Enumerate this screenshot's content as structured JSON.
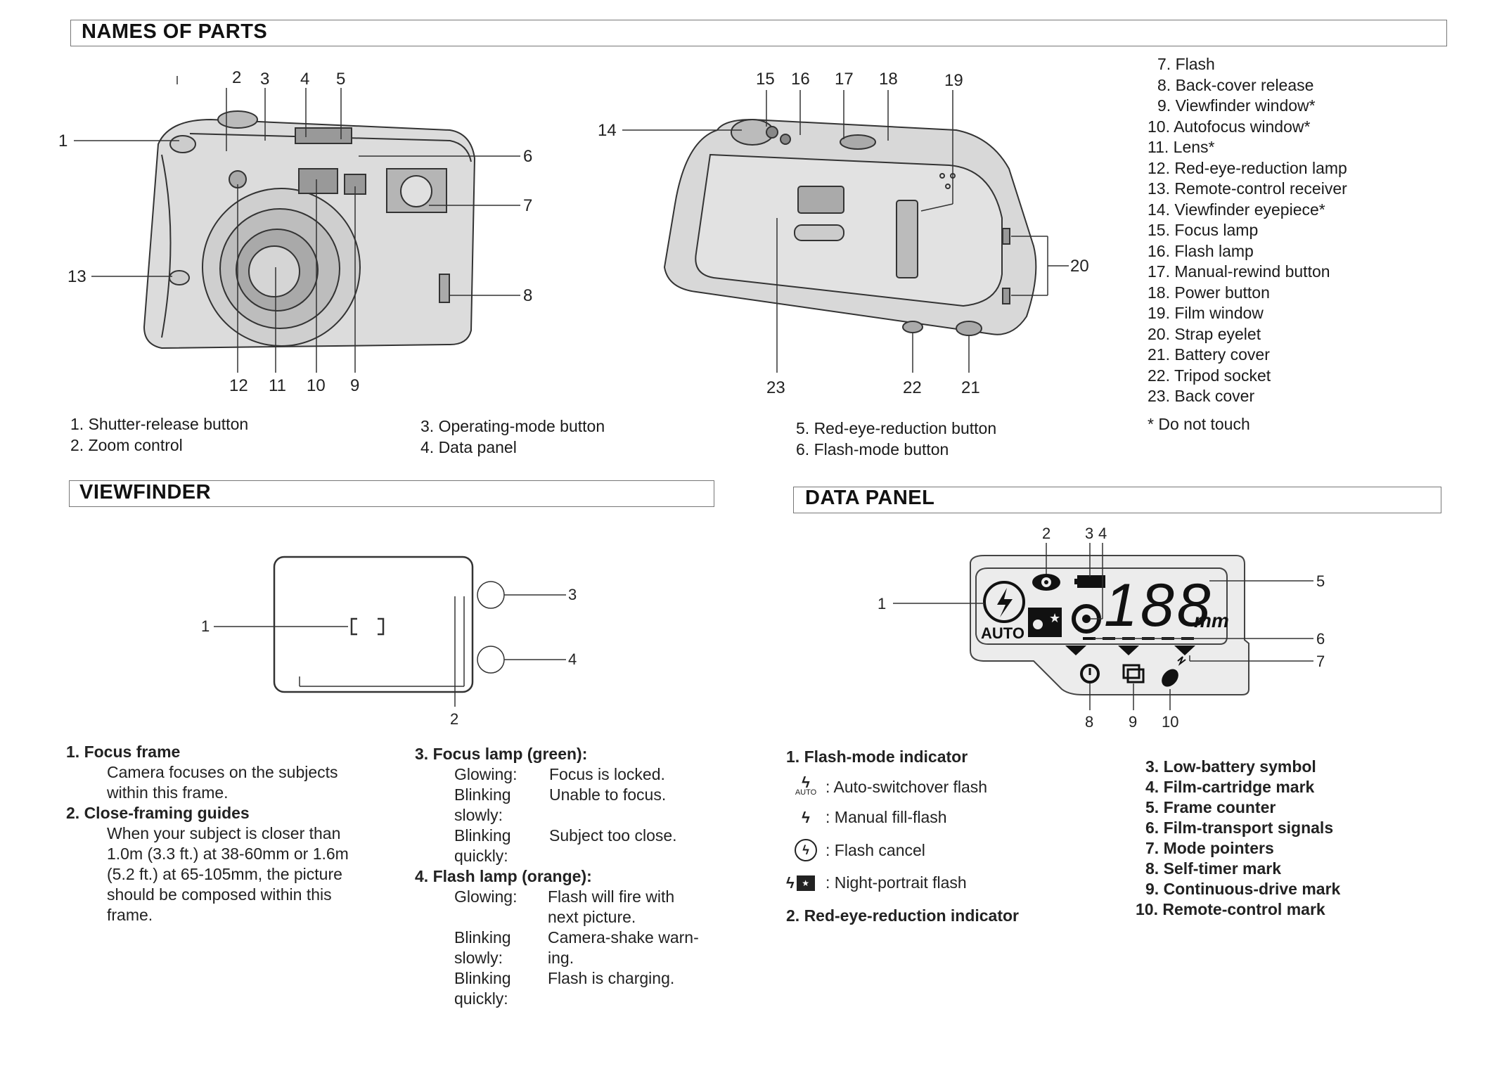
{
  "sections": {
    "names_of_parts": "NAMES OF PARTS",
    "viewfinder": "VIEWFINDER",
    "data_panel": "DATA PANEL"
  },
  "front_callouts": [
    "1",
    "2",
    "3",
    "4",
    "5",
    "6",
    "7",
    "8",
    "9",
    "10",
    "11",
    "12",
    "13"
  ],
  "back_callouts": [
    "14",
    "15",
    "16",
    "17",
    "18",
    "19",
    "20",
    "21",
    "22",
    "23"
  ],
  "parts_bottom": [
    "1. Shutter-release button",
    "2. Zoom control",
    "3. Operating-mode button",
    "4. Data panel",
    "5. Red-eye-reduction button",
    "6. Flash-mode button"
  ],
  "parts_right": [
    "7. Flash",
    "8. Back-cover release",
    "9. Viewfinder window*",
    "10. Autofocus window*",
    "11. Lens*",
    "12. Red-eye-reduction lamp",
    "13. Remote-control receiver",
    "14. Viewfinder eyepiece*",
    "15. Focus lamp",
    "16. Flash lamp",
    "17. Manual-rewind button",
    "18. Power button",
    "19. Film window",
    "20. Strap eyelet",
    "21. Battery cover",
    "22. Tripod socket",
    "23. Back cover"
  ],
  "do_not_touch": "* Do not touch",
  "viewfinder_callouts": [
    "1",
    "2",
    "3",
    "4"
  ],
  "viewfinder_text": {
    "focus_frame_title": "1. Focus frame",
    "focus_frame_desc": [
      "Camera focuses on the subjects",
      "within this frame."
    ],
    "close_framing_title": "2. Close-framing guides",
    "close_framing_desc": [
      "When your subject is closer than",
      "1.0m (3.3 ft.) at 38-60mm or 1.6m",
      "(5.2 ft.) at 65-105mm, the picture",
      "should be composed within this",
      "frame."
    ],
    "focus_lamp_title": "3. Focus lamp (green):",
    "focus_lamp_rows": [
      {
        "state": "Glowing:",
        "meaning": "Focus is locked."
      },
      {
        "state": "Blinking slowly:",
        "meaning": "Unable to focus."
      },
      {
        "state": "Blinking quickly:",
        "meaning": "Subject too close."
      }
    ],
    "flash_lamp_title": "4. Flash lamp (orange):",
    "flash_lamp_rows": [
      {
        "state": "Glowing:",
        "meaning": "Flash will fire with next picture."
      },
      {
        "state": "Blinking slowly:",
        "meaning": "Camera-shake warn-ing."
      },
      {
        "state": "Blinking quickly:",
        "meaning": "Flash is charging."
      }
    ]
  },
  "data_panel_callouts": [
    "1",
    "2",
    "3",
    "4",
    "5",
    "6",
    "7",
    "8",
    "9",
    "10"
  ],
  "data_panel_display": {
    "counter": "188",
    "unit": "mm",
    "auto": "AUTO"
  },
  "data_panel_text": {
    "flash_mode_title": "1. Flash-mode indicator",
    "flash_modes": [
      {
        "icon": "auto-flash-icon",
        "label": ": Auto-switchover flash"
      },
      {
        "icon": "fill-flash-icon",
        "label": ": Manual fill-flash"
      },
      {
        "icon": "flash-cancel-icon",
        "label": ": Flash cancel"
      },
      {
        "icon": "night-portrait-icon",
        "label": ": Night-portrait flash"
      }
    ],
    "auto_small": "AUTO",
    "red_eye_title": "2. Red-eye-reduction indicator",
    "right_list": [
      "3. Low-battery symbol",
      "4. Film-cartridge mark",
      "5. Frame counter",
      "6. Film-transport signals",
      "7. Mode pointers",
      "8. Self-timer mark",
      "9. Continuous-drive mark",
      "10. Remote-control mark"
    ]
  }
}
